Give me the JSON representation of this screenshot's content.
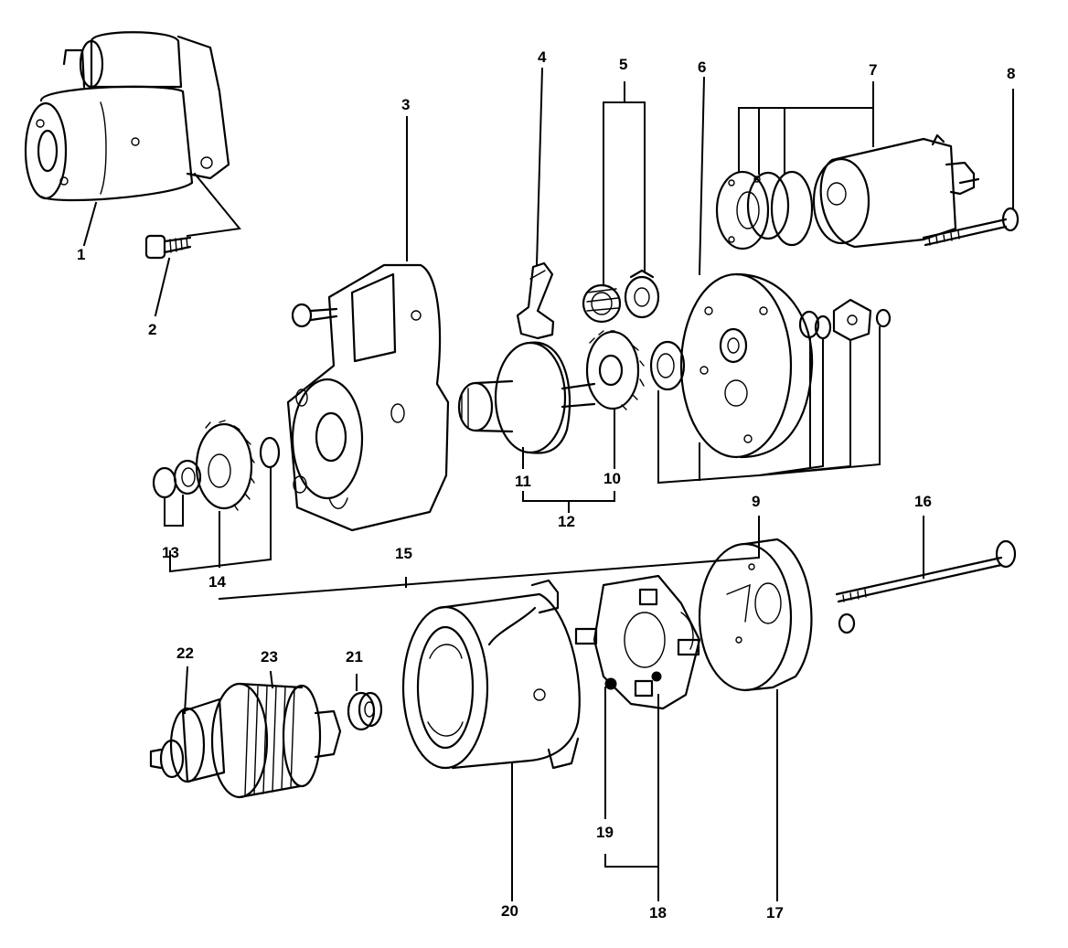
{
  "callouts": [
    {
      "id": "1",
      "text": "1"
    },
    {
      "id": "2",
      "text": "2"
    },
    {
      "id": "3",
      "text": "3"
    },
    {
      "id": "4",
      "text": "4"
    },
    {
      "id": "5",
      "text": "5"
    },
    {
      "id": "6",
      "text": "6"
    },
    {
      "id": "7",
      "text": "7"
    },
    {
      "id": "8",
      "text": "8"
    },
    {
      "id": "9",
      "text": "9"
    },
    {
      "id": "10",
      "text": "10"
    },
    {
      "id": "11",
      "text": "11"
    },
    {
      "id": "12",
      "text": "12"
    },
    {
      "id": "13",
      "text": "13"
    },
    {
      "id": "14",
      "text": "14"
    },
    {
      "id": "15",
      "text": "15"
    },
    {
      "id": "16",
      "text": "16"
    },
    {
      "id": "17",
      "text": "17"
    },
    {
      "id": "18",
      "text": "18"
    },
    {
      "id": "19",
      "text": "19"
    },
    {
      "id": "20",
      "text": "20"
    },
    {
      "id": "21",
      "text": "21"
    },
    {
      "id": "22",
      "text": "22"
    },
    {
      "id": "23",
      "text": "23"
    }
  ],
  "colors": {
    "line": "#000000",
    "background": "#ffffff"
  }
}
